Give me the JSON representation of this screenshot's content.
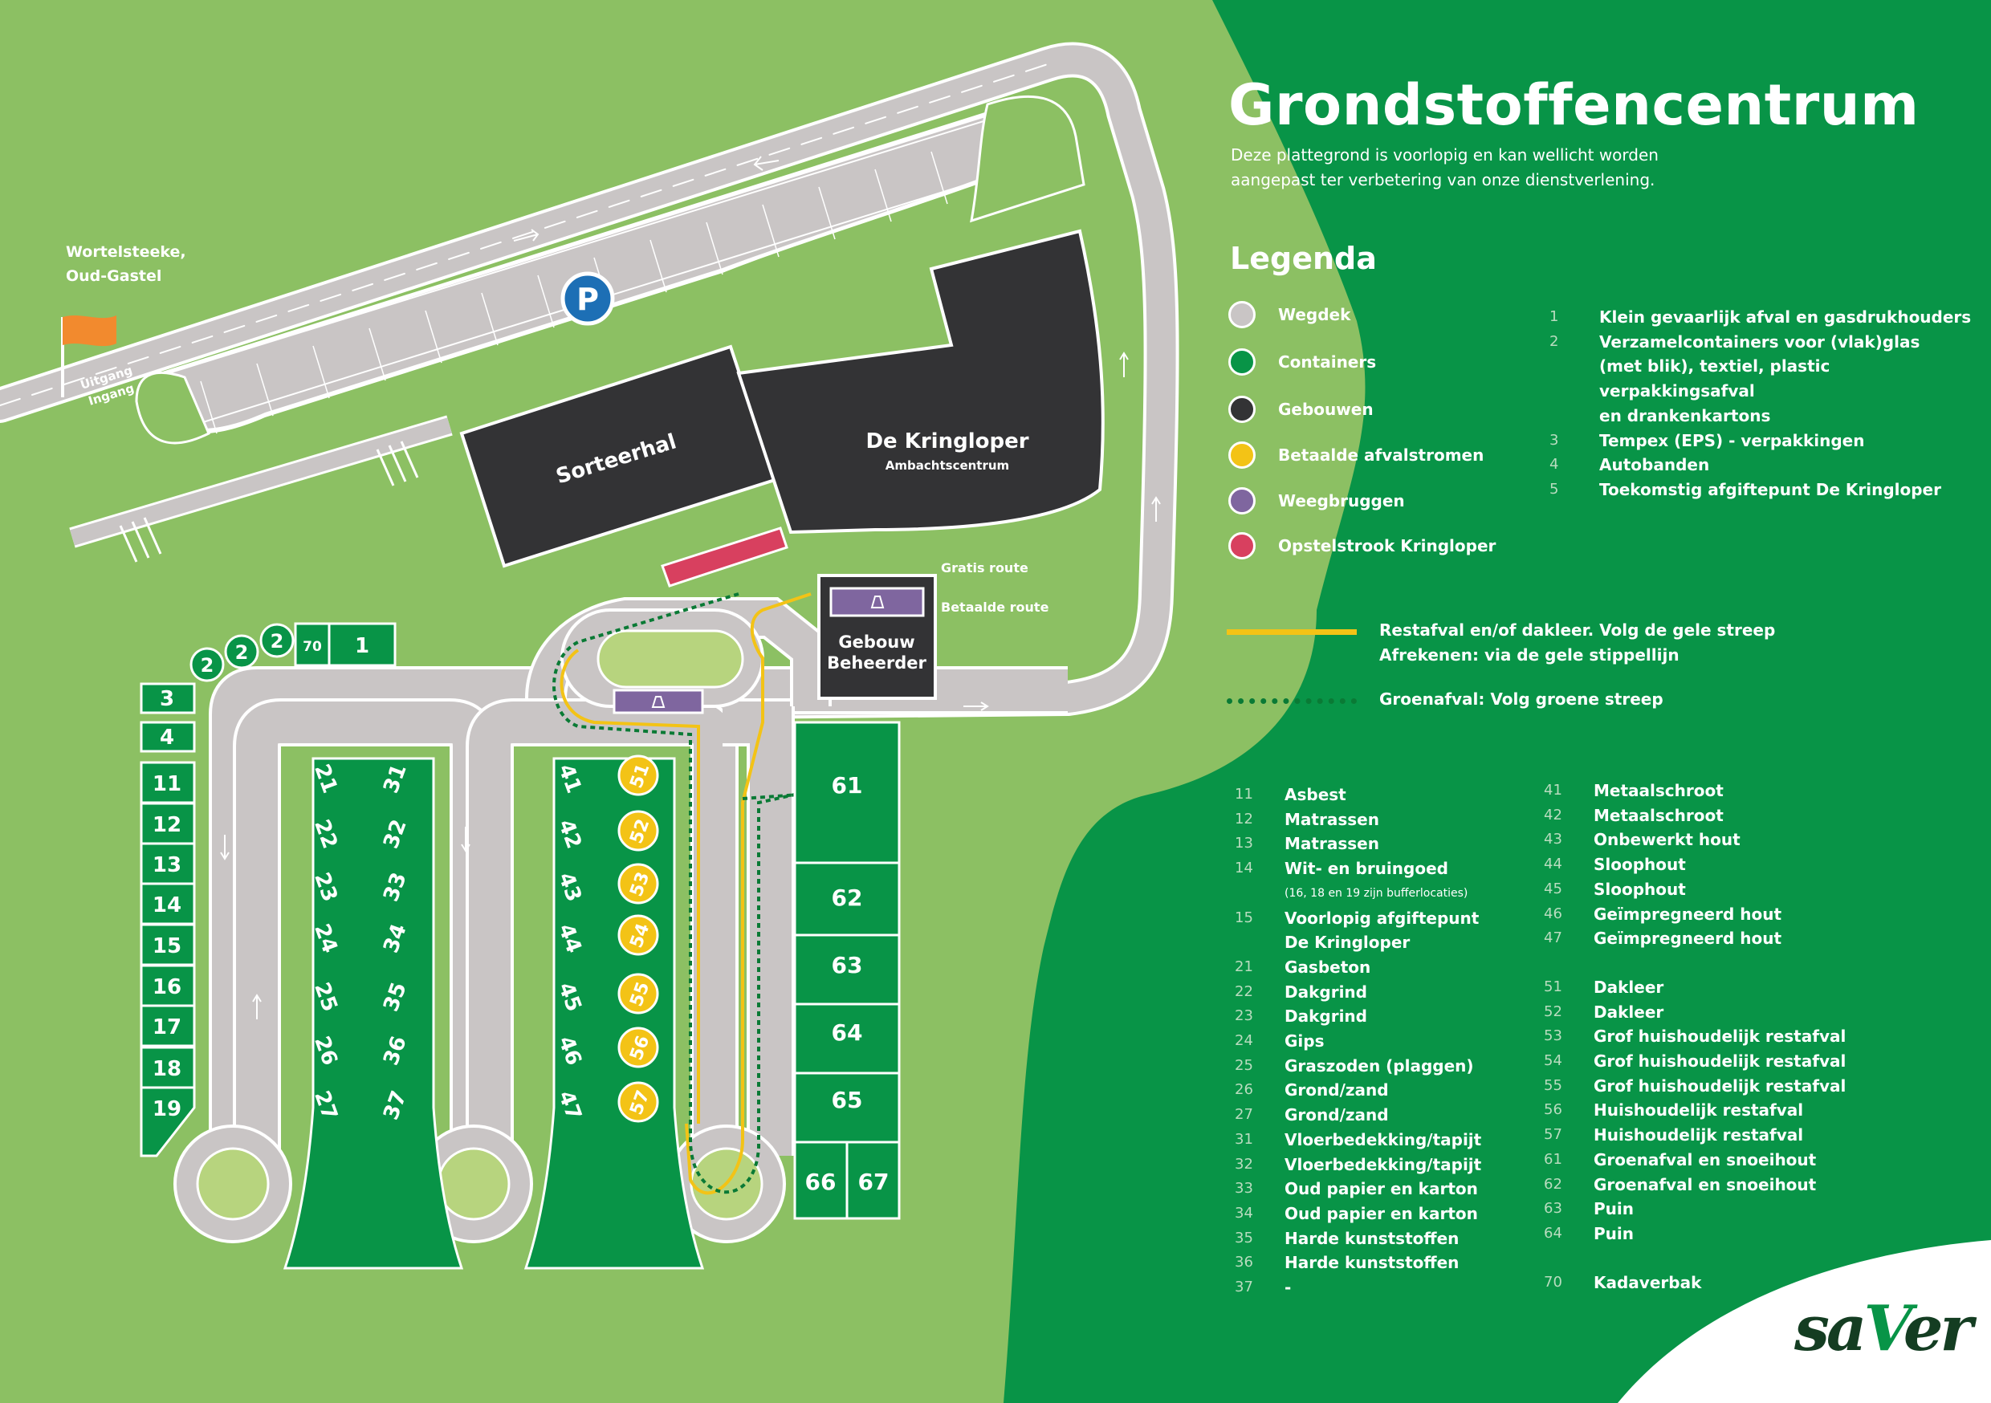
{
  "header": {
    "title": "Grondstoffencentrum",
    "subtitle": "Deze plattegrond is voorlopig en kan wellicht worden aangepast ter verbetering van onze dienstverlening."
  },
  "legend": {
    "title": "Legenda",
    "items": [
      {
        "label": "Wegdek",
        "color": "#c9c5c5"
      },
      {
        "label": "Containers",
        "color": "#089447"
      },
      {
        "label": "Gebouwen",
        "color": "#333335"
      },
      {
        "label": "Betaalde afvalstromen",
        "color": "#f3c316"
      },
      {
        "label": "Weegbruggen",
        "color": "#7f669f"
      },
      {
        "label": "Opstelstrook Kringloper",
        "color": "#d8405f"
      }
    ],
    "top_list": [
      {
        "n": "1",
        "t": "Klein gevaarlijk afval en gasdrukhouders"
      },
      {
        "n": "2",
        "t": "Verzamelcontainers voor (vlak)glas"
      },
      {
        "n": "",
        "t": "(met blik), textiel, plastic verpakkingsafval"
      },
      {
        "n": "",
        "t": "en drankenkartons"
      },
      {
        "n": "3",
        "t": "Tempex (EPS) - verpakkingen"
      },
      {
        "n": "4",
        "t": "Autobanden"
      },
      {
        "n": "5",
        "t": "Toekomstig afgiftepunt De Kringloper"
      }
    ],
    "lines": [
      {
        "text1": "Restafval en/of dakleer. Volg de gele streep",
        "text2": "Afrekenen: via de gele stippellijn",
        "color": "#f3c316",
        "style": "solid"
      },
      {
        "text1": "Groenafval: Volg groene streep",
        "text2": "",
        "color": "#0a7a35",
        "style": "dotted"
      }
    ]
  },
  "list_left": [
    {
      "n": "11",
      "t": "Asbest"
    },
    {
      "n": "12",
      "t": "Matrassen"
    },
    {
      "n": "13",
      "t": "Matrassen"
    },
    {
      "n": "14",
      "t": "Wit- en bruingoed"
    },
    {
      "n": "",
      "t": "(16, 18 en 19 zijn bufferlocaties)",
      "note": true
    },
    {
      "n": "15",
      "t": "Voorlopig afgiftepunt"
    },
    {
      "n": "",
      "t": "De Kringloper"
    },
    {
      "n": "21",
      "t": "Gasbeton"
    },
    {
      "n": "22",
      "t": "Dakgrind"
    },
    {
      "n": "23",
      "t": "Dakgrind"
    },
    {
      "n": "24",
      "t": "Gips"
    },
    {
      "n": "25",
      "t": "Graszoden (plaggen)"
    },
    {
      "n": "26",
      "t": "Grond/zand"
    },
    {
      "n": "27",
      "t": "Grond/zand"
    },
    {
      "n": "31",
      "t": "Vloerbedekking/tapijt"
    },
    {
      "n": "32",
      "t": "Vloerbedekking/tapijt"
    },
    {
      "n": "33",
      "t": "Oud papier en karton"
    },
    {
      "n": "34",
      "t": "Oud papier en karton"
    },
    {
      "n": "35",
      "t": "Harde kunststoffen"
    },
    {
      "n": "36",
      "t": "Harde kunststoffen"
    },
    {
      "n": "37",
      "t": "-"
    }
  ],
  "list_right": [
    {
      "n": "41",
      "t": "Metaalschroot"
    },
    {
      "n": "42",
      "t": "Metaalschroot"
    },
    {
      "n": "43",
      "t": "Onbewerkt hout"
    },
    {
      "n": "44",
      "t": "Sloophout"
    },
    {
      "n": "45",
      "t": "Sloophout"
    },
    {
      "n": "46",
      "t": "Geïmpregneerd hout"
    },
    {
      "n": "47",
      "t": "Geïmpregneerd hout"
    },
    {
      "gap": true
    },
    {
      "n": "51",
      "t": "Dakleer"
    },
    {
      "n": "52",
      "t": "Dakleer"
    },
    {
      "n": "53",
      "t": "Grof huishoudelijk restafval"
    },
    {
      "n": "54",
      "t": "Grof huishoudelijk restafval"
    },
    {
      "n": "55",
      "t": "Grof huishoudelijk restafval"
    },
    {
      "n": "56",
      "t": "Huishoudelijk restafval"
    },
    {
      "n": "57",
      "t": "Huishoudelijk restafval"
    },
    {
      "n": "61",
      "t": "Groenafval en snoeihout"
    },
    {
      "n": "62",
      "t": "Groenafval en snoeihout"
    },
    {
      "n": "63",
      "t": "Puin"
    },
    {
      "n": "64",
      "t": "Puin"
    },
    {
      "gap": true
    },
    {
      "n": "70",
      "t": "Kadaverbak"
    }
  ],
  "map": {
    "location": "Wortelsteeke,\nOud-Gastel",
    "location_line1": "Wortelsteeke,",
    "location_line2": "Oud-Gastel",
    "exit": "Uitgang",
    "entrance": "Ingang",
    "parking": "P",
    "sorteerhal": "Sorteerhal",
    "kringloper": "De Kringloper",
    "kringloper_sub": "Ambachtscentrum",
    "beheerder_1": "Gebouw",
    "beheerder_2": "Beheerder",
    "gratis_route": "Gratis route",
    "betaalde_route": "Betaalde route",
    "left_column": [
      "3",
      "4",
      "11",
      "12",
      "13",
      "14",
      "15",
      "16",
      "17",
      "18",
      "19"
    ],
    "top_glass": [
      "2",
      "2",
      "2"
    ],
    "top_box_70": "70",
    "top_box_1": "1",
    "strip1_left": [
      "21",
      "22",
      "23",
      "24",
      "25",
      "26",
      "27"
    ],
    "strip1_right": [
      "31",
      "32",
      "33",
      "34",
      "35",
      "36",
      "37"
    ],
    "strip2_left": [
      "41",
      "42",
      "43",
      "44",
      "45",
      "46",
      "47"
    ],
    "strip2_yellow": [
      "51",
      "52",
      "53",
      "54",
      "55",
      "56",
      "57"
    ],
    "right_column": [
      "61",
      "62",
      "63",
      "64",
      "65"
    ],
    "bottom_pair": [
      "66",
      "67"
    ]
  },
  "brand": {
    "part1": "sa",
    "part2": "V",
    "part3": "er"
  },
  "colors": {
    "dark_green": "#089447",
    "light_green": "#8cc063",
    "road": "#c9c5c5",
    "building": "#333335",
    "paid": "#f3c316",
    "scale": "#7f669f",
    "queue": "#d8405f"
  }
}
